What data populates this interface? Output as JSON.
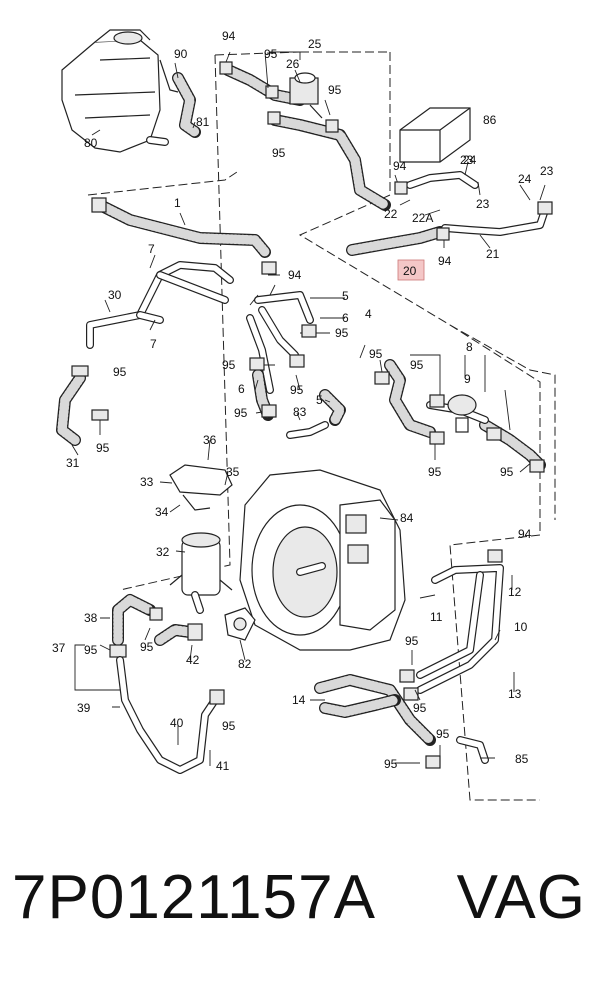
{
  "diagram": {
    "callouts": [
      "1",
      "4",
      "5",
      "5",
      "6",
      "6",
      "7",
      "7",
      "8",
      "9",
      "10",
      "11",
      "12",
      "13",
      "14",
      "20",
      "21",
      "22",
      "22A",
      "23",
      "23",
      "23",
      "24",
      "24",
      "25",
      "26",
      "30",
      "31",
      "32",
      "33",
      "34",
      "35",
      "36",
      "37",
      "38",
      "39",
      "40",
      "41",
      "42",
      "80",
      "81",
      "82",
      "83",
      "84",
      "85",
      "86",
      "90",
      "94",
      "94",
      "94",
      "94",
      "94",
      "95",
      "95",
      "95",
      "95",
      "95",
      "95",
      "95",
      "95",
      "95",
      "95",
      "95",
      "95",
      "95",
      "95",
      "95",
      "95",
      "95",
      "95",
      "95",
      "95"
    ],
    "highlighted_callout": "20",
    "highlight_color": "#f4c7c7"
  },
  "footer": {
    "part_number": "7P0121157A",
    "brand": "VAG"
  }
}
